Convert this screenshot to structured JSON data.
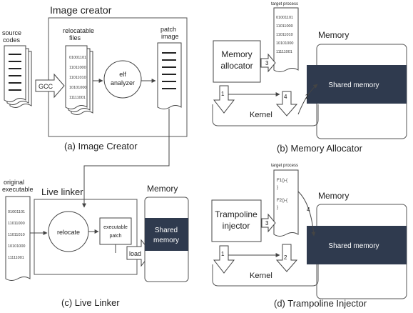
{
  "panel_a": {
    "header": "Image creator",
    "source_label_1": "source",
    "source_label_2": "codes",
    "gcc": "GCC",
    "relocatable_1": "relocatable",
    "relocatable_2": "files",
    "binary_lines": [
      "01001101",
      "11011000",
      "11011010",
      "10101000",
      "11111001"
    ],
    "elf_1": "elf",
    "elf_2": "analyzer",
    "patch_1": "patch",
    "patch_2": "image",
    "caption": "(a) Image Creator"
  },
  "panel_b": {
    "target_process": "target process",
    "binary_lines": [
      "01001101",
      "11011000",
      "11011010",
      "10101000",
      "11111001"
    ],
    "memory_label": "Memory",
    "allocator_1": "Memory",
    "allocator_2": "allocator",
    "shared_memory": "Shared memory",
    "kernel": "Kernel",
    "steps": [
      "1",
      "2",
      "3",
      "4"
    ],
    "caption": "(b) Memory Allocator"
  },
  "panel_c": {
    "original_1": "original",
    "original_2": "executable",
    "binary_lines": [
      "01001101",
      "11011000",
      "11011010",
      "10101000",
      "11111001"
    ],
    "live_linker": "Live linker",
    "memory_label": "Memory",
    "relocate": "relocate",
    "exec_patch_1": "executable",
    "exec_patch_2": "patch",
    "load": "load",
    "shared_1": "Shared",
    "shared_2": "memory",
    "caption": "(c) Live Linker"
  },
  "panel_d": {
    "target_process": "target process",
    "code_lines": [
      "F1()-{",
      "}",
      "F2()-{",
      "}"
    ],
    "memory_label": "Memory",
    "tramp_1": "Trampoline",
    "tramp_2": "injector",
    "shared_memory": "Shared memory",
    "kernel": "Kernel",
    "steps": [
      "1",
      "2",
      "3",
      "4"
    ],
    "caption": "(d) Trampoline Injector"
  },
  "colors": {
    "shared_memory_fill": "#2f3a4e",
    "line": "#444444"
  }
}
